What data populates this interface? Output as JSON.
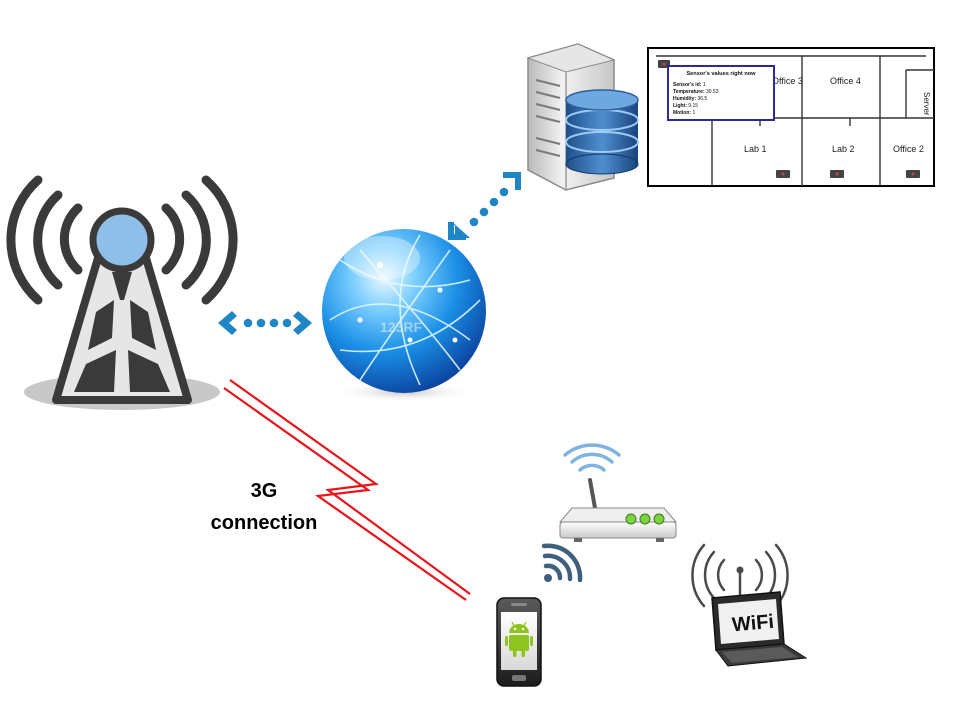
{
  "connection_label": {
    "line1": "3G",
    "line2": "connection"
  },
  "globe": {
    "watermark": "123RF"
  },
  "floorplan": {
    "rooms": {
      "office3": "Office 3",
      "office4": "Office 4",
      "server": "Server",
      "lab1": "Lab 1",
      "lab2": "Lab 2",
      "office2": "Office 2"
    },
    "popup": {
      "title": "Sensor's values right now",
      "rows": [
        {
          "label": "Sensor's id:",
          "value": "1"
        },
        {
          "label": "Temperature:",
          "value": "30.53"
        },
        {
          "label": "Humidity:",
          "value": "36.5"
        },
        {
          "label": "Light:",
          "value": "9.15"
        },
        {
          "label": "Motion:",
          "value": "1"
        }
      ]
    }
  },
  "laptop": {
    "screen_text": "WiFi"
  },
  "colors": {
    "arrow_blue": "#1f86c6",
    "lightning_red": "#e8141a",
    "android_green": "#8fc31f",
    "popup_border": "#2a2a9a"
  },
  "icons": [
    "cell-tower-icon",
    "internet-globe-icon",
    "server-icon",
    "database-icon",
    "router-icon",
    "smartphone-icon",
    "android-icon",
    "laptop-icon",
    "wifi-signal-icon"
  ]
}
